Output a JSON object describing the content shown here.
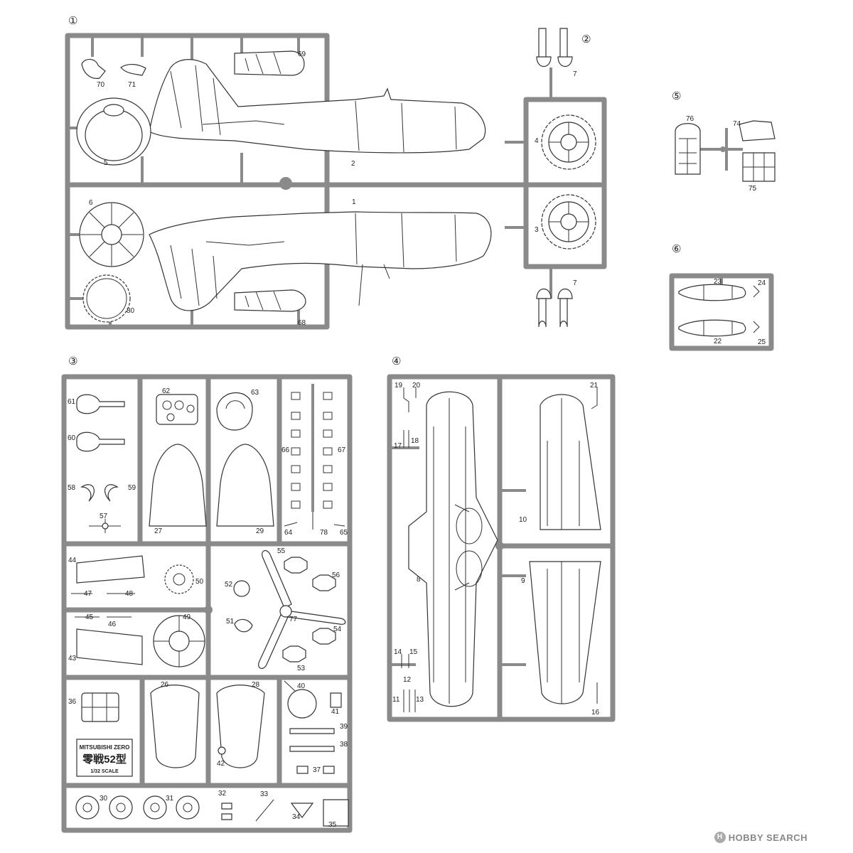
{
  "sheet": {
    "frames": [
      {
        "id": "1",
        "label": "①"
      },
      {
        "id": "2",
        "label": "②"
      },
      {
        "id": "3",
        "label": "③"
      },
      {
        "id": "4",
        "label": "④"
      },
      {
        "id": "5",
        "label": "⑤"
      },
      {
        "id": "6",
        "label": "⑥"
      }
    ],
    "parts": [
      "1",
      "2",
      "3",
      "4",
      "5",
      "6",
      "7",
      "8",
      "9",
      "10",
      "11",
      "12",
      "13",
      "14",
      "15",
      "16",
      "17",
      "18",
      "19",
      "20",
      "21",
      "22",
      "23",
      "24",
      "25",
      "26",
      "27",
      "28",
      "29",
      "30",
      "31",
      "32",
      "33",
      "34",
      "35",
      "36",
      "37",
      "38",
      "39",
      "40",
      "41",
      "42",
      "43",
      "44",
      "45",
      "46",
      "47",
      "48",
      "49",
      "50",
      "51",
      "52",
      "53",
      "54",
      "55",
      "56",
      "57",
      "58",
      "59",
      "60",
      "61",
      "62",
      "63",
      "64",
      "65",
      "66",
      "67",
      "68",
      "69",
      "70",
      "71",
      "74",
      "75",
      "76",
      "77",
      "78",
      "80"
    ],
    "tag": {
      "line1": "MITSUBISHI ZERO",
      "line2": "零戦52型",
      "line3": "1/32 SCALE"
    }
  },
  "watermark": {
    "brand": "HOBBY SEARCH",
    "logo_icon": "hobby-search-logo-icon"
  }
}
